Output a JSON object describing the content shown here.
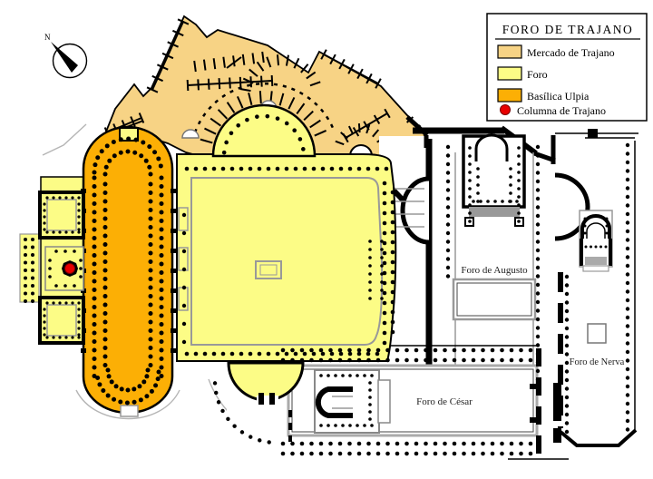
{
  "legend": {
    "title": "FORO DE TRAJANO",
    "items": [
      {
        "label": "Mercado de Trajano",
        "color": "#F7D385",
        "marker": "swatch"
      },
      {
        "label": "Foro",
        "color": "#FCFC86",
        "marker": "swatch"
      },
      {
        "label": "Basílica Ulpia",
        "color": "#FCAF05",
        "marker": "swatch"
      },
      {
        "label": "Columna de Trajano",
        "color": "#E80000",
        "marker": "dot"
      }
    ]
  },
  "map": {
    "compass_letter": "N",
    "labels": [
      {
        "text": "Foro de Augusto"
      },
      {
        "text": "Foro de Nerva"
      },
      {
        "text": "Foro de César"
      }
    ],
    "wall_color": "#000000",
    "background": "#FFFFFF"
  }
}
